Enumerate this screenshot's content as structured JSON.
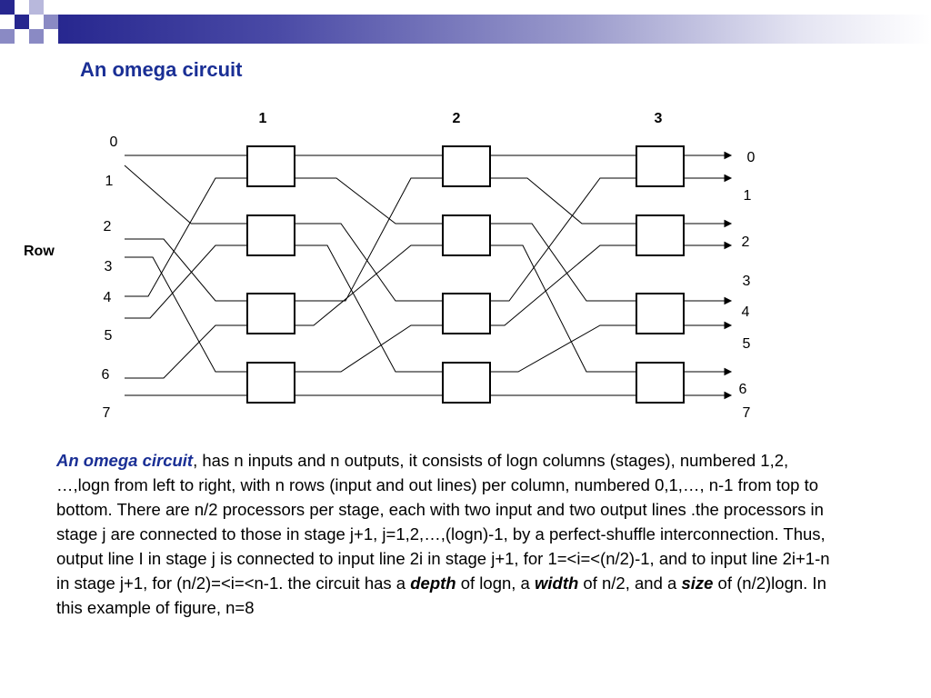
{
  "slide": {
    "title": "An omega circuit",
    "row_label": "Row",
    "colors": {
      "title": "#1a2f95",
      "accent": "#27278f",
      "accent_light": "#8a8ac4"
    }
  },
  "diagram": {
    "stage_labels": [
      "1",
      "2",
      "3"
    ],
    "input_labels": [
      "0",
      "1",
      "2",
      "3",
      "4",
      "5",
      "6",
      "7"
    ],
    "output_labels": [
      "0",
      "1",
      "2",
      "3",
      "4",
      "5",
      "6",
      "7"
    ],
    "stages": 3,
    "processors_per_stage": 4
  },
  "text": {
    "lead": "An omega circuit",
    "p1": ", has  n inputs and n outputs, it consists of logn columns (stages), numbered 1,2, …,logn from left to right, with n rows (input and out lines) per column, numbered 0,1,…, n-1 from top to bottom. There are n/2 processors per stage, each with two input and two output lines .the processors in stage j are connected to those in stage j+1, j=1,2,…,(logn)-1, by a perfect-shuffle interconnection. Thus, output line I in stage j is connected to input line 2i in stage j+1, for 1=<i=<(n/2)-1, and to input line 2i+1-n in stage j+1, for (n/2)=<i=<n-1. the circuit has a ",
    "depth": "depth",
    "p2": " of logn, a ",
    "width": "width",
    "p3": " of n/2, and a ",
    "size": "size",
    "p4": " of (n/2)logn. In this example of figure, n=8"
  }
}
